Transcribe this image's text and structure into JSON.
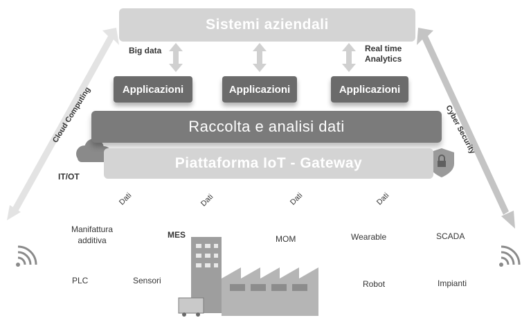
{
  "title_bar": "Sistemi aziendali",
  "side_labels": {
    "left": "Big data",
    "right_line1": "Real time",
    "right_line2": "Analytics"
  },
  "applications": [
    "Applicazioni",
    "Applicazioni",
    "Applicazioni"
  ],
  "middle_bar": "Raccolta e analisi dati",
  "platform_bar": "Piattaforma IoT - Gateway",
  "itot": "IT/OT",
  "diagonal_left": "Cloud Computing",
  "diagonal_right": "Cyber Security",
  "dati": [
    "Dati",
    "Dati",
    "Dati",
    "Dati"
  ],
  "devices": {
    "manifattura_line1": "Manifattura",
    "manifattura_line2": "additiva",
    "mes": "MES",
    "mom": "MOM",
    "wearable": "Wearable",
    "scada": "SCADA",
    "plc": "PLC",
    "sensori": "Sensori",
    "robot": "Robot",
    "impianti": "Impianti"
  },
  "colors": {
    "light_bar": "#d4d4d4",
    "dark_bar": "#7b7b7b",
    "app": "#6b6b6b"
  }
}
